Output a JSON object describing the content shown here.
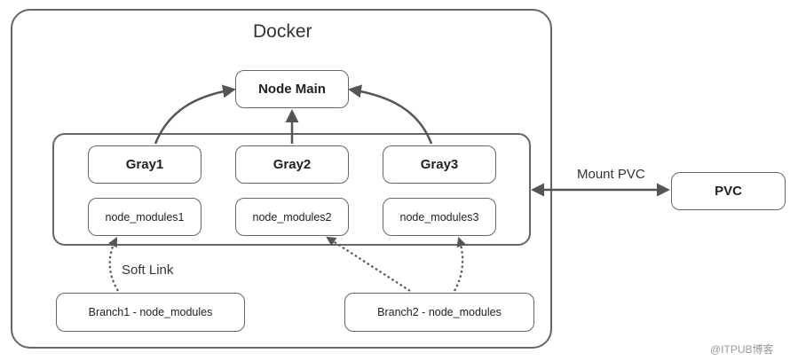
{
  "docker": {
    "title": "Docker"
  },
  "node_main": {
    "label": "Node Main"
  },
  "gray_boxes": [
    {
      "label": "Gray1"
    },
    {
      "label": "Gray2"
    },
    {
      "label": "Gray3"
    }
  ],
  "module_boxes": [
    {
      "label": "node_modules1"
    },
    {
      "label": "node_modules2"
    },
    {
      "label": "node_modules3"
    }
  ],
  "branches": [
    {
      "label": "Branch1 - node_modules"
    },
    {
      "label": "Branch2 - node_modules"
    }
  ],
  "soft_link": {
    "label": "Soft Link"
  },
  "mount": {
    "label": "Mount PVC"
  },
  "pvc": {
    "label": "PVC"
  },
  "watermark": {
    "label": "@ITPUB博客"
  },
  "colors": {
    "stroke": "#666666",
    "arrow": "#555555",
    "text": "#222222"
  }
}
